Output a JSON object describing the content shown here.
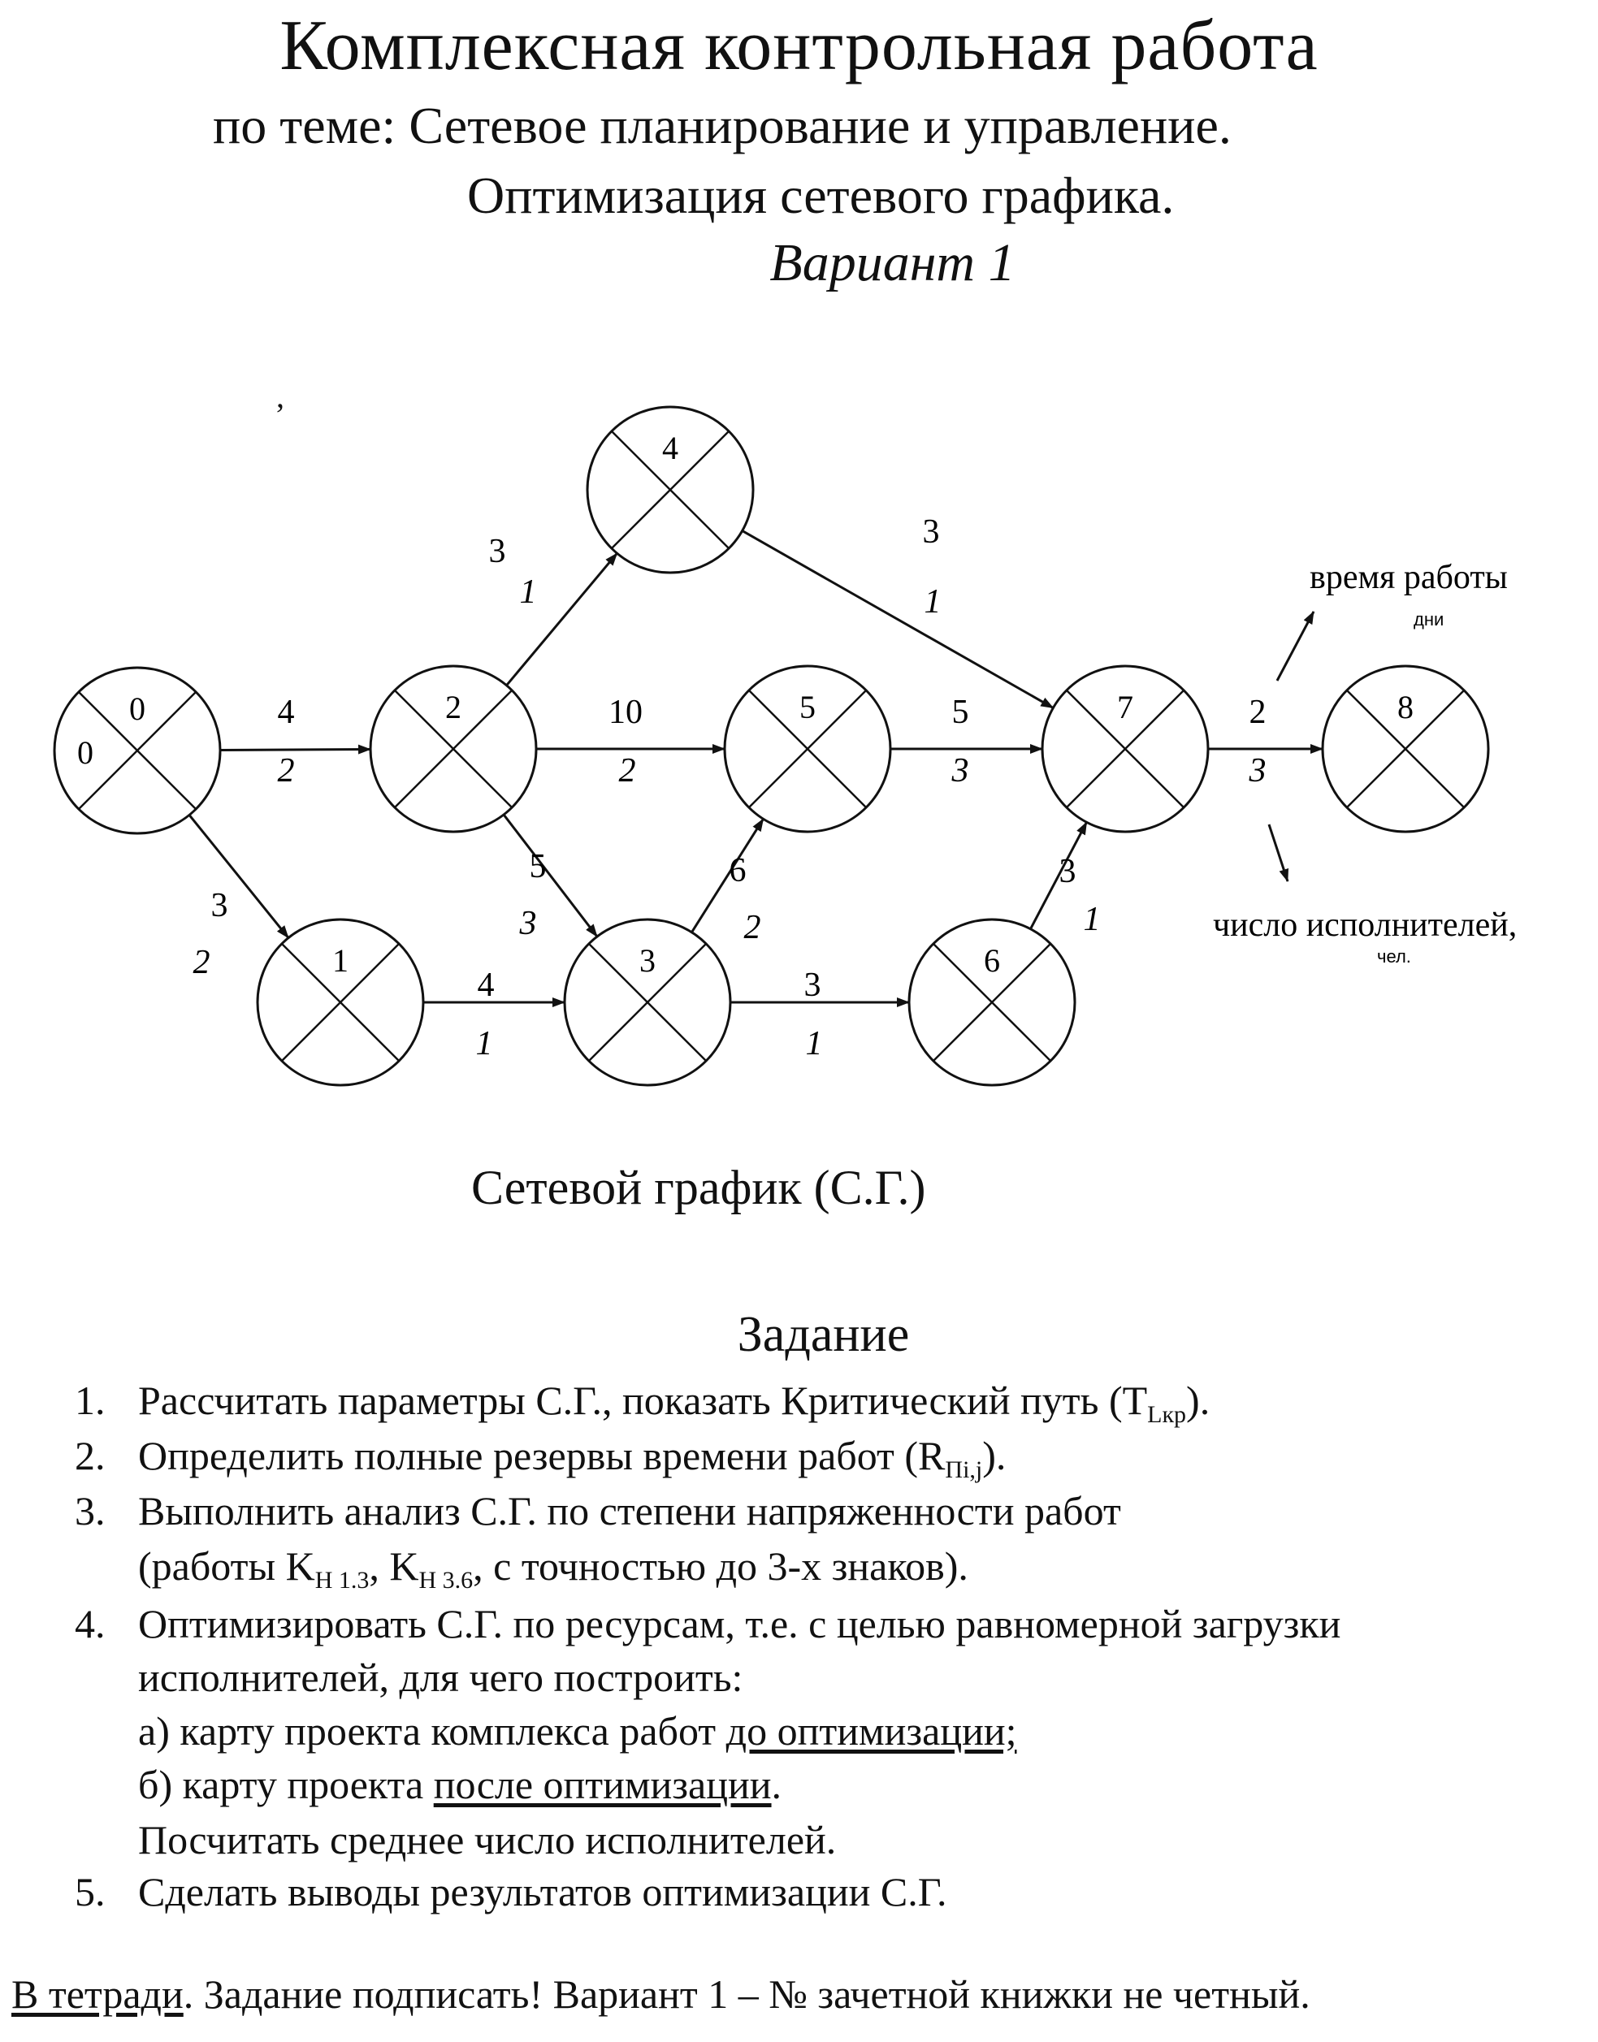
{
  "header": {
    "title": "Комплексная контрольная работа",
    "subtitle_line1": "по теме:  Сетевое планирование и управление.",
    "subtitle_line2": "Оптимизация сетевого графика.",
    "variant": "Вариант 1"
  },
  "network": {
    "nodes": [
      {
        "id": "0",
        "label": "0",
        "side_label": "0"
      },
      {
        "id": "1",
        "label": "1"
      },
      {
        "id": "2",
        "label": "2"
      },
      {
        "id": "3",
        "label": "3"
      },
      {
        "id": "4",
        "label": "4"
      },
      {
        "id": "5",
        "label": "5"
      },
      {
        "id": "6",
        "label": "6"
      },
      {
        "id": "7",
        "label": "7"
      },
      {
        "id": "8",
        "label": "8"
      }
    ],
    "edges": [
      {
        "from": "0",
        "to": "2",
        "duration": "4",
        "workers": "2"
      },
      {
        "from": "0",
        "to": "1",
        "duration": "3",
        "workers": "2"
      },
      {
        "from": "2",
        "to": "4",
        "duration": "3",
        "workers": "1"
      },
      {
        "from": "2",
        "to": "5",
        "duration": "10",
        "workers": "2"
      },
      {
        "from": "2",
        "to": "3",
        "duration": "5",
        "workers": "3"
      },
      {
        "from": "1",
        "to": "3",
        "duration": "4",
        "workers": "1"
      },
      {
        "from": "3",
        "to": "5",
        "duration": "6",
        "workers": "2"
      },
      {
        "from": "3",
        "to": "6",
        "duration": "3",
        "workers": "1"
      },
      {
        "from": "4",
        "to": "7",
        "duration": "3",
        "workers": "1"
      },
      {
        "from": "5",
        "to": "7",
        "duration": "5",
        "workers": "3"
      },
      {
        "from": "6",
        "to": "7",
        "duration": "3",
        "workers": "1"
      },
      {
        "from": "7",
        "to": "8",
        "duration": "2",
        "workers": "3"
      }
    ],
    "legend": {
      "time_label": "время работы",
      "time_unit": "дни",
      "workers_label": "число исполнителей,",
      "workers_unit": "чел."
    },
    "caption": "Сетевой график (С.Г.)"
  },
  "task": {
    "heading": "Задание",
    "items": [
      {
        "n": "1.",
        "pre": "Рассчитать параметры С.Г., показать Критический путь (T",
        "sub": "Lкр",
        "post": ")."
      },
      {
        "n": "2.",
        "pre": "Определить полные резервы времени работ (R",
        "sub": "Пi,j",
        "post": ")."
      },
      {
        "n": "3.",
        "line1": "Выполнить анализ С.Г. по степени напряженности работ",
        "line2_pre": "(работы K",
        "sub1": "H 1.3",
        "line2_mid": ", K",
        "sub2": "H 3.6",
        "line2_post": ", с точностью до 3-х знаков)."
      },
      {
        "n": "4.",
        "line1": "Оптимизировать С.Г. по ресурсам, т.е. с целью равномерной загрузки",
        "line2": "исполнителей, для чего построить:",
        "a_pre": "а) карту проекта комплекса работ ",
        "a_u": "до оптимизации;",
        "b_pre": "б) карту проекта ",
        "b_u": "после оптимизации",
        "b_post": ".",
        "line5": "Посчитать среднее число исполнителей."
      },
      {
        "n": "5.",
        "text": "Сделать выводы результатов оптимизации С.Г."
      }
    ]
  },
  "footer": {
    "underlined": "В тетради",
    "rest": ". Задание подписать! Вариант 1 – № зачетной книжки не четный."
  }
}
